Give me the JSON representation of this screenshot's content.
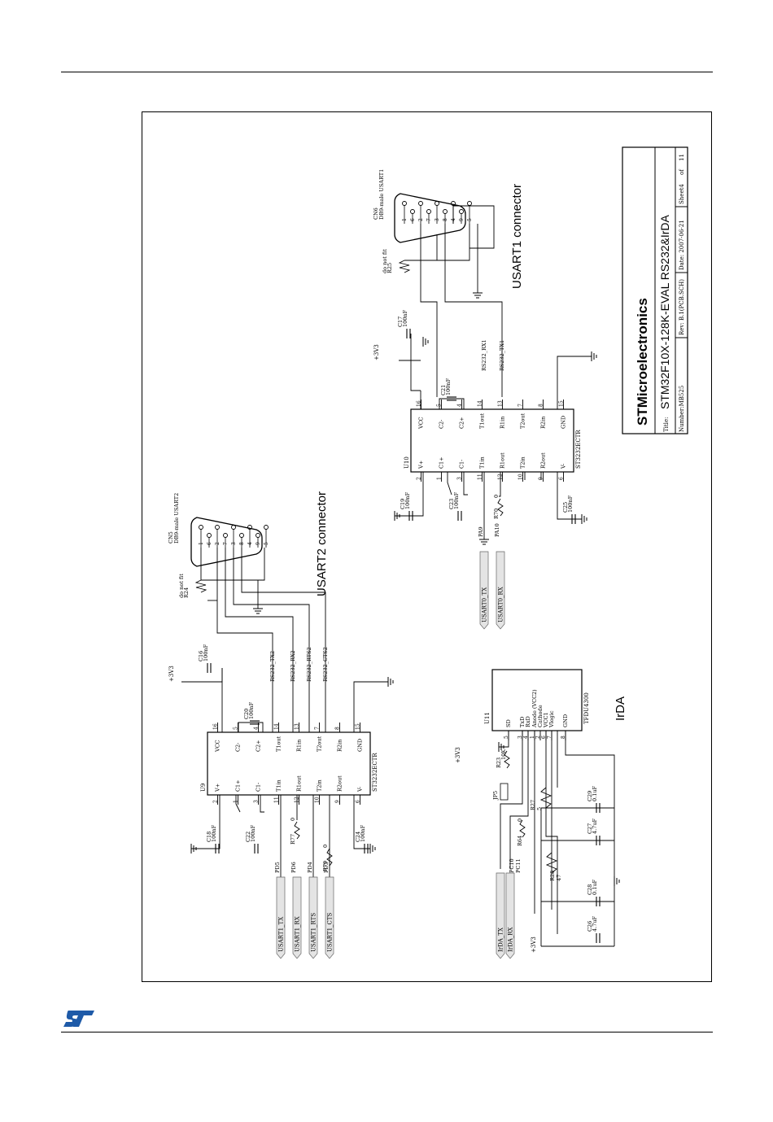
{
  "title_block": {
    "company": "STMicroelectronics",
    "title_label": "Title:",
    "title": "STM32F10X-128K-EVAL RS232&IrDA",
    "number": "Number:MB525",
    "rev": "Rev: B.1(PCB.SCH)",
    "date": "Date: 2007-06-21",
    "sheet": "Sheet4",
    "of": "of",
    "total": "11"
  },
  "sections": {
    "usart1": "USART1 connector",
    "usart2": "USART2 connector",
    "irda": "IrDA"
  },
  "u9": {
    "ref": "U9",
    "part": "ST3232ECTR",
    "left": [
      {
        "pin": "2",
        "name": "V+"
      },
      {
        "pin": "1",
        "name": "C1+"
      },
      {
        "pin": "3",
        "name": "C1-"
      },
      {
        "pin": "11",
        "name": "T1in"
      },
      {
        "pin": "12",
        "name": "R1out"
      },
      {
        "pin": "10",
        "name": "T2in"
      },
      {
        "pin": "9",
        "name": "R2out"
      },
      {
        "pin": "6",
        "name": "V-"
      }
    ],
    "right": [
      {
        "pin": "16",
        "name": "VCC"
      },
      {
        "pin": "5",
        "name": "C2-"
      },
      {
        "pin": "4",
        "name": "C2+"
      },
      {
        "pin": "14",
        "name": "T1out"
      },
      {
        "pin": "13",
        "name": "R1in"
      },
      {
        "pin": "7",
        "name": "T2out"
      },
      {
        "pin": "8",
        "name": "R2in"
      },
      {
        "pin": "15",
        "name": "GND"
      }
    ]
  },
  "u10": {
    "ref": "U10",
    "part": "ST3232ECTR",
    "left": [
      {
        "pin": "2",
        "name": "V+"
      },
      {
        "pin": "1",
        "name": "C1+"
      },
      {
        "pin": "3",
        "name": "C1-"
      },
      {
        "pin": "11",
        "name": "T1in"
      },
      {
        "pin": "12",
        "name": "R1out"
      },
      {
        "pin": "10",
        "name": "T2in"
      },
      {
        "pin": "9",
        "name": "R2out"
      },
      {
        "pin": "6",
        "name": "V-"
      }
    ],
    "right": [
      {
        "pin": "16",
        "name": "VCC"
      },
      {
        "pin": "5",
        "name": "C2-"
      },
      {
        "pin": "4",
        "name": "C2+"
      },
      {
        "pin": "14",
        "name": "T1out"
      },
      {
        "pin": "13",
        "name": "R1in"
      },
      {
        "pin": "7",
        "name": "T2out"
      },
      {
        "pin": "8",
        "name": "R2in"
      },
      {
        "pin": "15",
        "name": "GND"
      }
    ]
  },
  "u11": {
    "ref": "U11",
    "part": "TFDU4300",
    "pins": [
      {
        "pin": "5",
        "name": "SD"
      },
      {
        "pin": "3",
        "name": "TxD"
      },
      {
        "pin": "4",
        "name": "RxD"
      },
      {
        "pin": "1",
        "name": "Anode (VCC2)"
      },
      {
        "pin": "2",
        "name": "Cathode"
      },
      {
        "pin": "6",
        "name": "VCC1"
      },
      {
        "pin": "7",
        "name": "Vlogic"
      },
      {
        "pin": "8",
        "name": "GND"
      }
    ]
  },
  "connectors": {
    "cn5": {
      "ref": "CN5",
      "desc": "DB9-male USART2",
      "pins": [
        "1",
        "6",
        "2",
        "7",
        "3",
        "8",
        "4",
        "9",
        "5"
      ]
    },
    "cn6": {
      "ref": "CN6",
      "desc": "DB9-male USART1",
      "pins": [
        "1",
        "6",
        "2",
        "7",
        "3",
        "8",
        "4",
        "9",
        "5"
      ]
    }
  },
  "nets": {
    "usart2_signals": [
      "RS232_TX2",
      "RS232_RX2",
      "RS232_RTS2",
      "RS232_CTS2"
    ],
    "usart1_signals": [
      "RS232_TX1",
      "RS232_RX1"
    ],
    "ports_left": [
      "PD5",
      "PD6",
      "PD4",
      "PD3"
    ],
    "labels_usart1": [
      "USART1_TX",
      "USART1_RX",
      "USART1_RTS",
      "USART1_CTS"
    ],
    "labels_usart0": [
      "USART0_TX",
      "USART0_RX"
    ],
    "ports_u10": [
      "PA9",
      "PA10"
    ],
    "irda_labels": [
      "IrDA_TX",
      "IrDA_RX"
    ],
    "irda_ports": [
      "PC10",
      "PC11"
    ],
    "supply": "+3V3"
  },
  "components": {
    "r24": {
      "ref": "R24",
      "note": "do not fit"
    },
    "r25": {
      "ref": "R25",
      "note": "do not fit"
    },
    "r77": "R77",
    "r79": "R79",
    "r70": "R70",
    "r_zero": "0",
    "r23": {
      "ref": "R23",
      "value": "10K"
    },
    "r64": {
      "ref": "R64",
      "value": "0"
    },
    "r27": {
      "ref": "R27",
      "value": "5"
    },
    "r28": {
      "ref": "R28",
      "value": "47"
    },
    "jp5": "JP5",
    "caps": [
      {
        "ref": "C16",
        "value": "100nF"
      },
      {
        "ref": "C18",
        "value": "100nF"
      },
      {
        "ref": "C20",
        "value": "100nF"
      },
      {
        "ref": "C22",
        "value": "100nF"
      },
      {
        "ref": "C24",
        "value": "100nF"
      },
      {
        "ref": "C17",
        "value": "100nF"
      },
      {
        "ref": "C19",
        "value": "100nF"
      },
      {
        "ref": "C21",
        "value": "100nF"
      },
      {
        "ref": "C23",
        "value": "100nF"
      },
      {
        "ref": "C25",
        "value": "100nF"
      },
      {
        "ref": "C26",
        "value": "4.7uF"
      },
      {
        "ref": "C27",
        "value": "4.7uF"
      },
      {
        "ref": "C28",
        "value": "0.1uF"
      },
      {
        "ref": "C29",
        "value": "0.1uF"
      }
    ]
  }
}
